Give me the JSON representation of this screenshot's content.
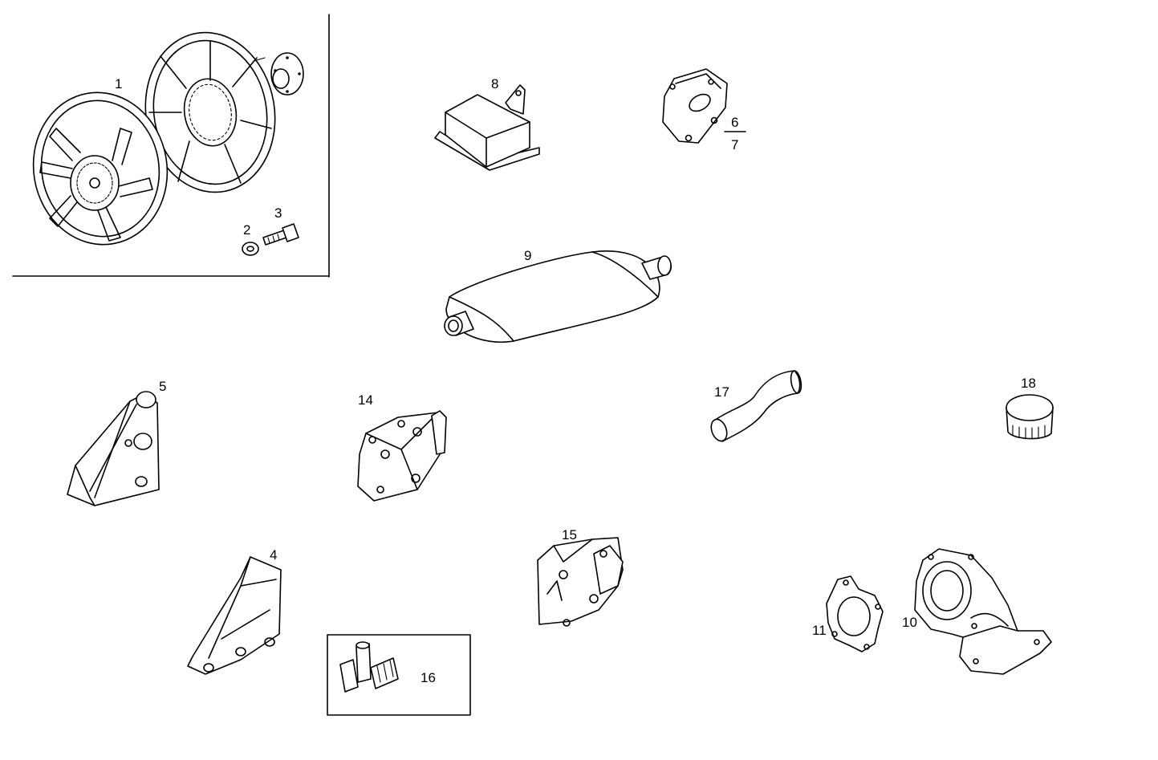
{
  "diagram": {
    "labels": {
      "p1": "1",
      "p2": "2",
      "p3": "3",
      "p4": "4",
      "p5": "5",
      "p6": "6",
      "p7": "7",
      "p8": "8",
      "p9": "9",
      "p10": "10",
      "p11": "11",
      "p14": "14",
      "p15": "15",
      "p16": "16",
      "p17": "17",
      "p18": "18"
    }
  }
}
